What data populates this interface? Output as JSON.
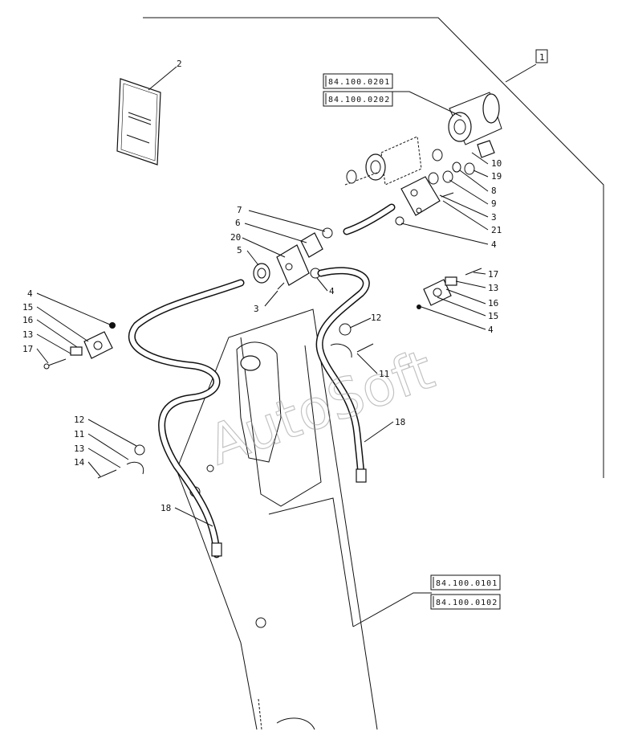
{
  "watermark": "AutoSoft",
  "section_tag": "1",
  "references": {
    "top": [
      "84.100.0201",
      "84.100.0202"
    ],
    "bottom": [
      "84.100.0101",
      "84.100.0102"
    ]
  },
  "callouts": {
    "c2": "2",
    "c10": "10",
    "c19": "19",
    "c8": "8",
    "c9": "9",
    "c3a": "3",
    "c21": "21",
    "c4a": "4",
    "c7": "7",
    "c6": "6",
    "c20": "20",
    "c5": "5",
    "c4b": "4",
    "c3b": "3",
    "c17a": "17",
    "c13a": "13",
    "c16a": "16",
    "c15a": "15",
    "c4c": "4",
    "c12a": "12",
    "c11a": "11",
    "c18a": "18",
    "c4d": "4",
    "c15b": "15",
    "c16b": "16",
    "c13b": "13",
    "c17b": "17",
    "c12b": "12",
    "c11b": "11",
    "c13c": "13",
    "c14": "14",
    "c18b": "18"
  }
}
